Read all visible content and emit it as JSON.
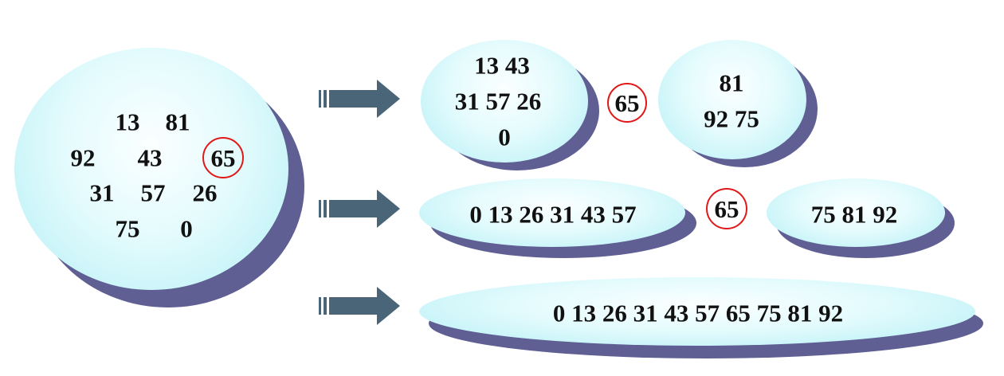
{
  "initial_set": {
    "row1": [
      "13",
      "81"
    ],
    "row2": [
      "92",
      "43"
    ],
    "pivot": "65",
    "row3": [
      "31",
      "57",
      "26"
    ],
    "row4": [
      "75",
      "0"
    ]
  },
  "step1": {
    "left": {
      "row1": "13  43",
      "row2": "31  57  26",
      "row3": "0"
    },
    "pivot": "65",
    "right": {
      "row1": "81",
      "row2": "92  75"
    }
  },
  "step2": {
    "left": "0 13 26 31 43 57",
    "pivot": "65",
    "right": "75  81 92"
  },
  "step3": {
    "sorted": "0 13 26 31 43 57 65 75  81 92"
  },
  "colors": {
    "ellipse_fill": "#b3eff5",
    "ellipse_shadow": "#5f5f93",
    "arrow": "#4a6478",
    "pivot_circle": "#e01818"
  },
  "icons": [
    "double-arrow-right-icon"
  ]
}
